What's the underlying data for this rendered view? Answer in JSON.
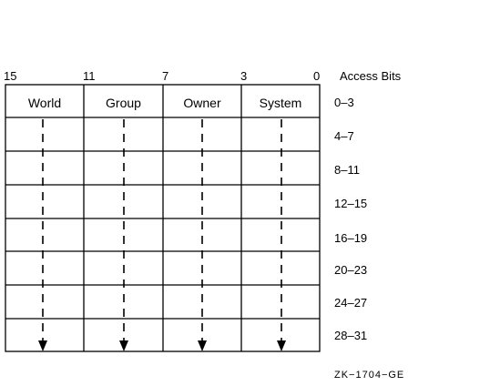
{
  "bit_positions": [
    "15",
    "11",
    "7",
    "3",
    "0"
  ],
  "access_bits_title": "Access Bits",
  "columns": [
    "World",
    "Group",
    "Owner",
    "System"
  ],
  "row_ranges": [
    "0–3",
    "4–7",
    "8–11",
    "12–15",
    "16–19",
    "20–23",
    "24–27",
    "28–31"
  ],
  "figure_id": "ZK−1704−GE"
}
